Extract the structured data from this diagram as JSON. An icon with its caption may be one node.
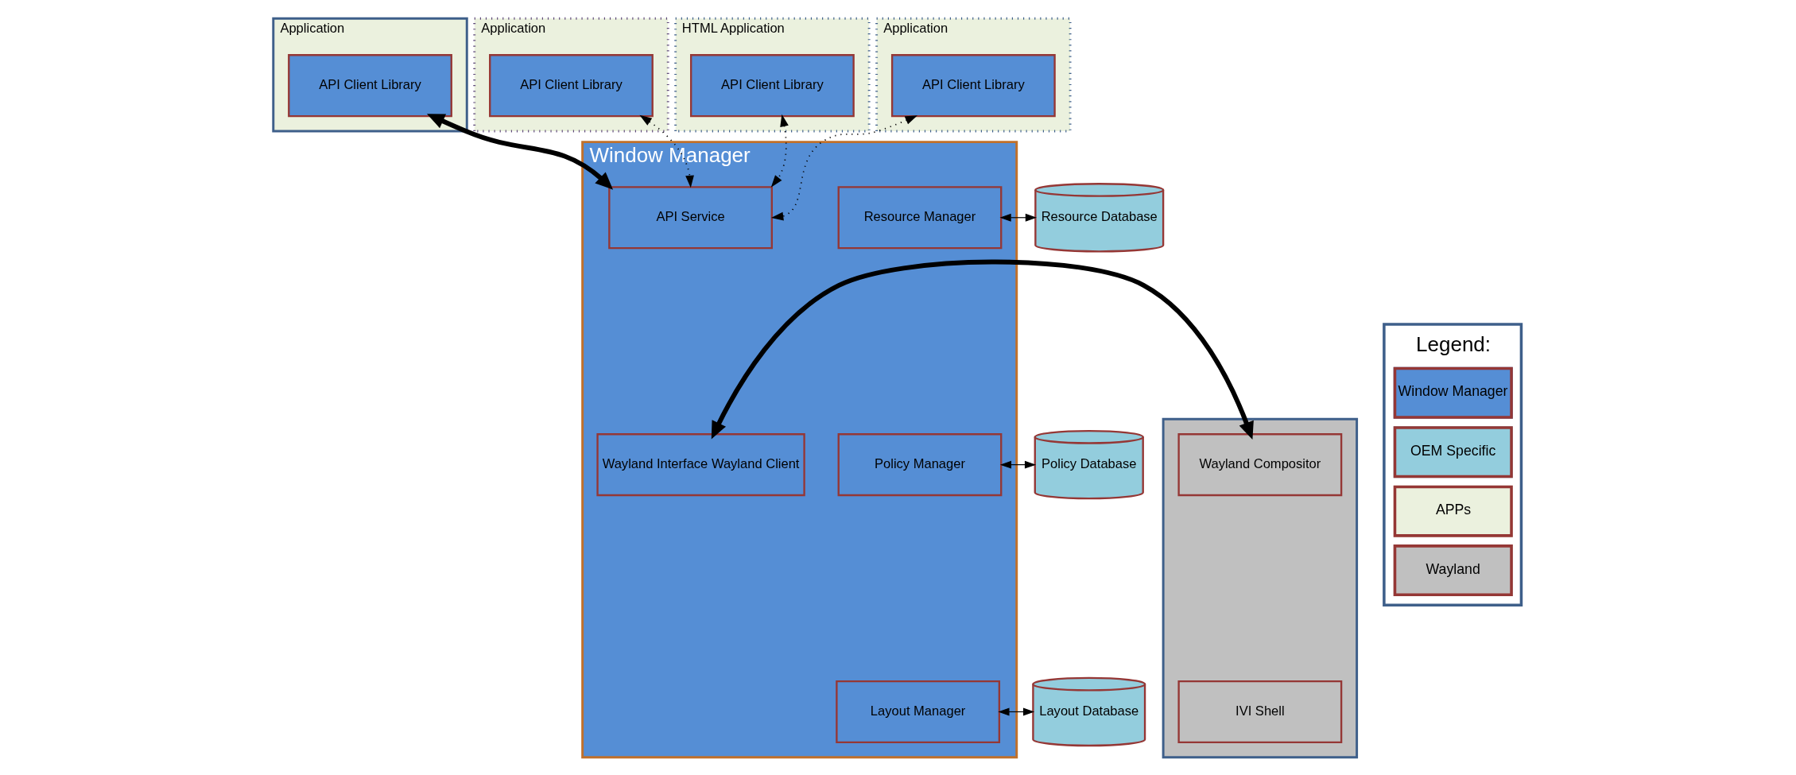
{
  "diagram": {
    "nodes": [
      {
        "text": [
          "Application"
        ]
      },
      {
        "text": [
          "API Client Library"
        ],
        "in": 0
      },
      {
        "text": [
          "Application"
        ]
      },
      {
        "text": [
          "API Client Library"
        ],
        "in": 2
      },
      {
        "text": [
          "HTML Application"
        ]
      },
      {
        "text": [
          "API Client Library"
        ],
        "in": 4
      },
      {
        "text": [
          "Application"
        ]
      },
      {
        "text": [
          "API Client Library"
        ],
        "in": 6
      },
      {
        "text": [
          "Window Manager"
        ]
      },
      {
        "text": [
          "API Service"
        ],
        "in": 8
      },
      {
        "text": [
          "Resource Manager"
        ],
        "in": 8
      },
      {
        "text": [
          "Wayland Interface Wayland Client"
        ],
        "in": 8
      },
      {
        "text": [
          "Policy Manager"
        ],
        "in": 8
      },
      {
        "text": [
          "Layout Manager"
        ],
        "in": 8
      },
      {
        "text": [
          "Resource Database"
        ]
      },
      {
        "text": [
          "Policy Database"
        ]
      },
      {
        "text": [
          "Layout Database"
        ]
      },
      {
        "text": [],
        "shape": "box"
      },
      {
        "text": [
          "Wayland Compositor"
        ],
        "in": 17
      },
      {
        "text": [
          "IVI Shell"
        ],
        "in": 17
      }
    ],
    "edges": [
      {
        "from": 1,
        "to": 9,
        "arrow": "both",
        "style": "thick"
      },
      {
        "from": 3,
        "to": 9,
        "arrow": "both",
        "style": "dashed"
      },
      {
        "from": 5,
        "to": 9,
        "arrow": "both",
        "style": "dashed"
      },
      {
        "from": 7,
        "to": 9,
        "arrow": "both",
        "style": "dashed"
      },
      {
        "from": 10,
        "to": 14,
        "arrow": "both"
      },
      {
        "from": 12,
        "to": 15,
        "arrow": "both"
      },
      {
        "from": 13,
        "to": 16,
        "arrow": "both"
      },
      {
        "from": 18,
        "to": 11,
        "arrow": "both",
        "style": "thick"
      }
    ],
    "labels": [
      "Legend:"
    ],
    "legend": [
      {
        "text": "Window Manager",
        "color": "#558ed5"
      },
      {
        "text": "OEM Specific",
        "color": "#93cddd"
      },
      {
        "text": "APPs",
        "color": "#ebf1de"
      },
      {
        "text": "Wayland",
        "color": "#c0c0c0"
      }
    ]
  }
}
